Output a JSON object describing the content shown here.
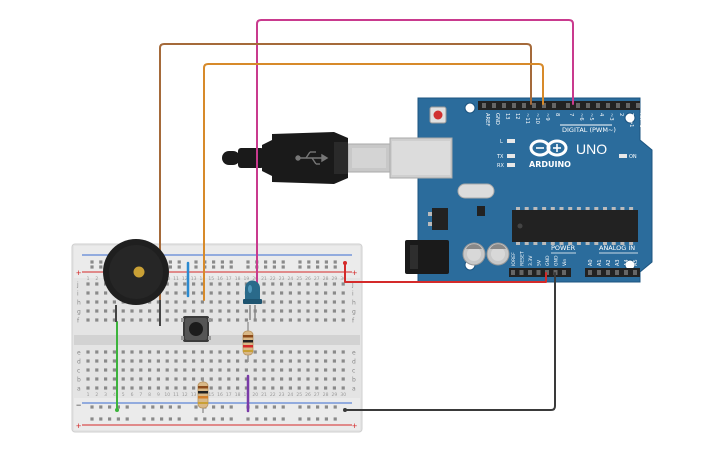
{
  "arduino": {
    "logo_text": "ARDUINO",
    "model": "UNO",
    "digital_header_label": "DIGITAL (PWM~)",
    "power_header_label": "POWER",
    "analog_header_label": "ANALOG IN",
    "on_label": "ON",
    "led_l_label": "L",
    "led_tx_label": "TX",
    "led_rx_label": "RX",
    "digital_pins": [
      "AREF",
      "GND",
      "13",
      "12",
      "~11",
      "~10",
      "~9",
      "8",
      "7",
      "~6",
      "~5",
      "4",
      "~3",
      "2",
      "TX→1",
      "RX←0"
    ],
    "power_pins": [
      "IOREF",
      "RESET",
      "3.3V",
      "5V",
      "GND",
      "GND",
      "Vin"
    ],
    "analog_pins": [
      "A0",
      "A1",
      "A2",
      "A3",
      "A4",
      "A5"
    ]
  },
  "breadboard": {
    "row_letters_top": [
      "j",
      "i",
      "h",
      "g",
      "f"
    ],
    "row_letters_bottom": [
      "e",
      "d",
      "c",
      "b",
      "a"
    ],
    "column_numbers": [
      "1",
      "2",
      "3",
      "4",
      "5",
      "6",
      "7",
      "8",
      "9",
      "10",
      "11",
      "12",
      "13",
      "14",
      "15",
      "16",
      "17",
      "18",
      "19",
      "20",
      "21",
      "22",
      "23",
      "24",
      "25",
      "26",
      "27",
      "28",
      "29",
      "30"
    ],
    "rail_plus": "+",
    "rail_minus": "−"
  },
  "colors": {
    "arduino_board": "#2b6c9c",
    "breadboard": "#e6e6e6",
    "wire_pink": "#c93a8e",
    "wire_brown": "#a56a3a",
    "wire_orange": "#d78a2a",
    "wire_red": "#d42a2a",
    "wire_black": "#3a3a3a",
    "wire_green": "#3cb43c",
    "wire_blue": "#2a8ad0",
    "wire_purple": "#7a3aa8",
    "led_body": "#2a6a8a"
  },
  "components": {
    "buzzer": "piezo-buzzer",
    "button": "pushbutton",
    "led": "led-blue",
    "resistors": [
      "resistor-led",
      "resistor-button"
    ],
    "usb": "usb-cable"
  }
}
